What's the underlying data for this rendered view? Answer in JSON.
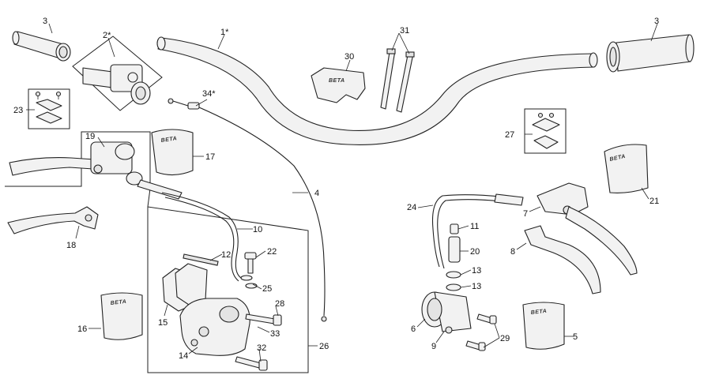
{
  "callouts": {
    "c1": "1*",
    "c2": "2*",
    "c3a": "3",
    "c3b": "3",
    "c4": "4",
    "c5": "5",
    "c6": "6",
    "c7": "7",
    "c8": "8",
    "c9": "9",
    "c10": "10",
    "c11": "11",
    "c12": "12",
    "c13a": "13",
    "c13b": "13",
    "c14": "14",
    "c15": "15",
    "c16": "16",
    "c17": "17",
    "c18": "18",
    "c19": "19",
    "c20": "20",
    "c21": "21",
    "c22": "22",
    "c23": "23",
    "c24": "24",
    "c25": "25",
    "c26": "26",
    "c27": "27",
    "c28": "28",
    "c29": "29",
    "c30": "30",
    "c31": "31",
    "c32": "32",
    "c33": "33",
    "c34": "34*"
  },
  "brand_text": "BETA",
  "colors": {
    "line": "#222222",
    "fill": "#f2f2f2",
    "background": "#ffffff"
  }
}
